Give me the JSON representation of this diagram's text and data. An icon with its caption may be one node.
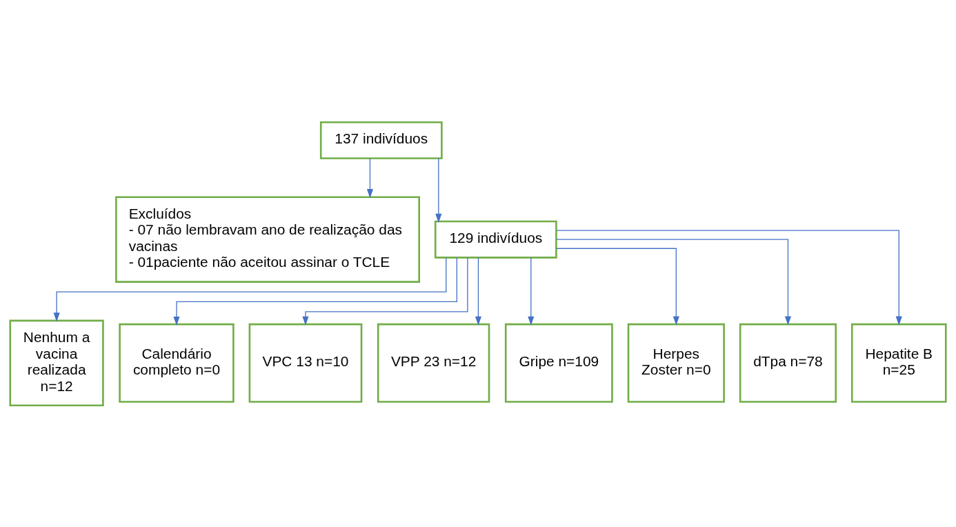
{
  "diagram": {
    "nodes": [
      {
        "text": [
          "137 indivíduos"
        ]
      },
      {
        "text": [
          "Excluídos",
          "- 07 não lembravam ano de realização das vacinas",
          "- 01paciente não aceitou assinar o TCLE"
        ]
      },
      {
        "text": [
          "129 indivíduos"
        ]
      },
      {
        "text": [
          "Nenhum a vacina realizada n=12"
        ]
      },
      {
        "text": [
          "Calendário completo n=0"
        ]
      },
      {
        "text": [
          "VPC 13 n=10"
        ]
      },
      {
        "text": [
          "VPP 23 n=12"
        ]
      },
      {
        "text": [
          "Gripe n=109"
        ]
      },
      {
        "text": [
          "Herpes Zoster n=0"
        ]
      },
      {
        "text": [
          "dTpa n=78"
        ]
      },
      {
        "text": [
          "Hepatite B n=25"
        ]
      }
    ],
    "edges": [
      {
        "from": 0,
        "to": 2,
        "arrow": "to"
      },
      {
        "from": 0,
        "to": 1,
        "arrow": "to"
      },
      {
        "from": 2,
        "to": 3,
        "arrow": "to"
      },
      {
        "from": 2,
        "to": 4,
        "arrow": "to"
      },
      {
        "from": 2,
        "to": 5,
        "arrow": "to"
      },
      {
        "from": 2,
        "to": 6,
        "arrow": "to"
      },
      {
        "from": 2,
        "to": 7,
        "arrow": "to"
      },
      {
        "from": 2,
        "to": 8,
        "arrow": "to"
      },
      {
        "from": 2,
        "to": 9,
        "arrow": "to"
      },
      {
        "from": 2,
        "to": 10,
        "arrow": "to"
      }
    ]
  }
}
